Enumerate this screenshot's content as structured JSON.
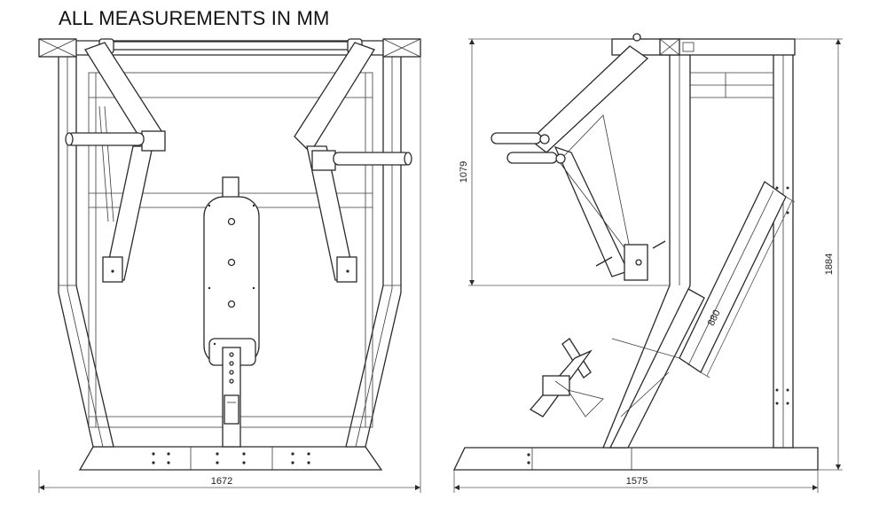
{
  "title": "ALL MEASUREMENTS IN MM",
  "dimensions": {
    "front_width": "1672",
    "side_depth": "1575",
    "overall_height": "1884",
    "arm_height": "1079",
    "bench_length": "880"
  }
}
